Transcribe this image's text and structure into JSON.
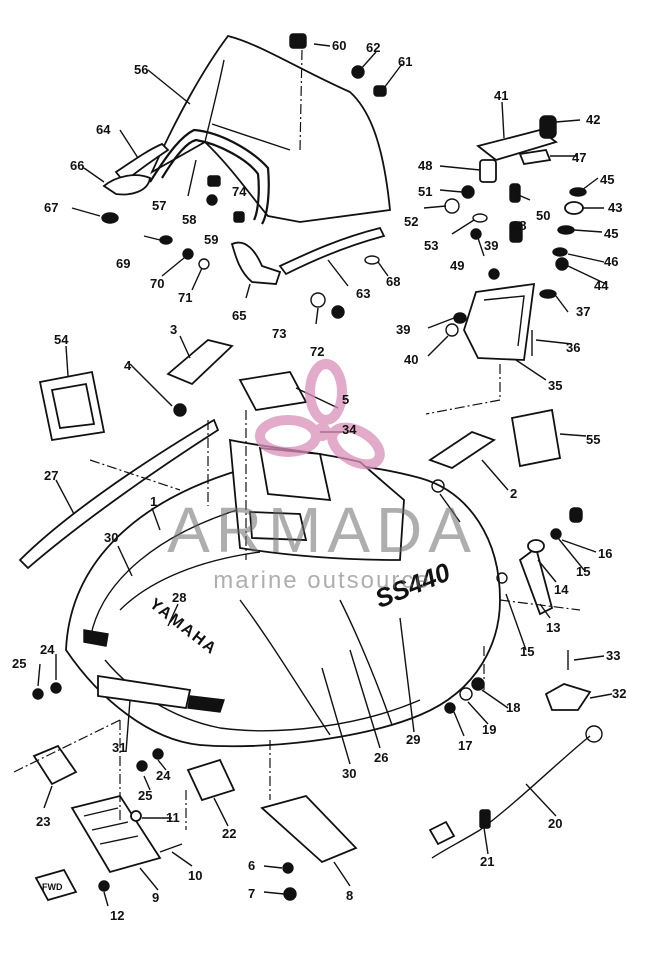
{
  "part_labels": [
    "1",
    "2",
    "3",
    "4",
    "5",
    "6",
    "7",
    "8",
    "9",
    "10",
    "11",
    "12",
    "13",
    "14",
    "15",
    "16",
    "17",
    "18",
    "19",
    "20",
    "21",
    "22",
    "23",
    "24",
    "25",
    "26",
    "27",
    "28",
    "29",
    "30",
    "31",
    "32",
    "33",
    "34",
    "35",
    "36",
    "37",
    "38",
    "39",
    "40",
    "41",
    "42",
    "43",
    "44",
    "45",
    "46",
    "47",
    "48",
    "49",
    "50",
    "51",
    "52",
    "53",
    "54",
    "55",
    "56",
    "57",
    "58",
    "59",
    "60",
    "61",
    "62",
    "63",
    "64",
    "65",
    "66",
    "67",
    "68",
    "69",
    "70",
    "71",
    "72",
    "73",
    "74"
  ],
  "hood_brand": "YAMAHA",
  "hood_model": "SS440",
  "front_tag": "FWD",
  "watermark": {
    "brand": "ARMADA",
    "tagline": "marine outsource",
    "color": "#d98fb8"
  }
}
